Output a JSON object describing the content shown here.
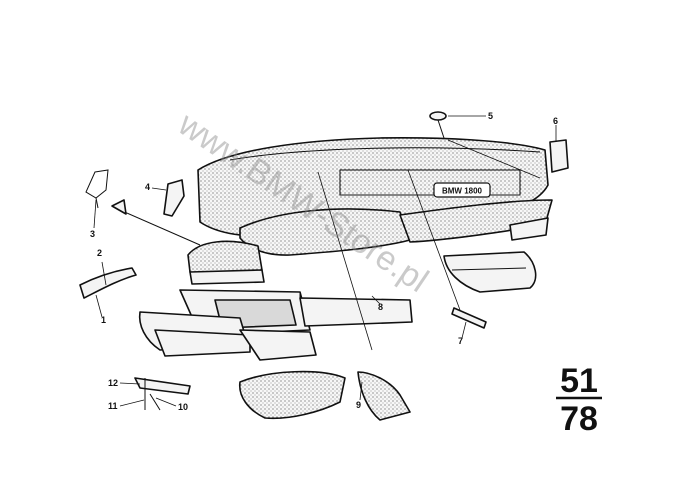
{
  "watermark": "www.BMW-Store.pl",
  "emblem_text": "BMW 1800",
  "group_number": {
    "top": "51",
    "bottom": "78"
  },
  "callouts": [
    "1",
    "2",
    "3",
    "4",
    "5",
    "6",
    "7",
    "8",
    "9",
    "10",
    "11",
    "12"
  ]
}
